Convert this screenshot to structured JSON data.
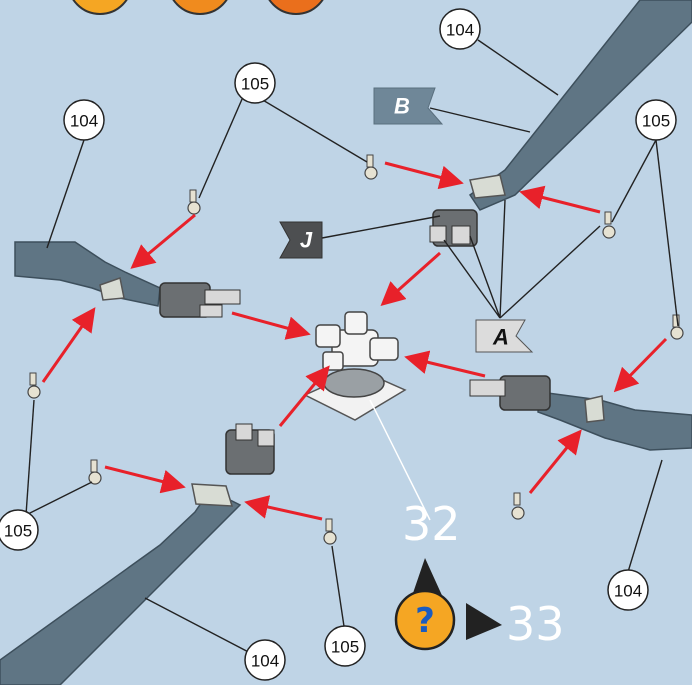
{
  "callouts": {
    "c1": "104",
    "c2": "105",
    "c3": "104",
    "c4": "105",
    "c5": "104",
    "c6": "105",
    "c7": "105",
    "c8": "104"
  },
  "flags": {
    "a": "A",
    "b": "B",
    "j": "J"
  },
  "steps": {
    "current": "32",
    "next": "33"
  },
  "help": {
    "symbol": "?"
  },
  "colors": {
    "background": "#bfd4e6",
    "blade": "#5f7584",
    "arrow": "#e8212a",
    "help": "#f5a623"
  }
}
